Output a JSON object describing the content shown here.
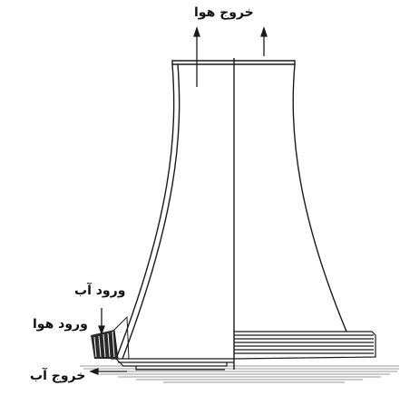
{
  "labels": {
    "air_outlet": "خروج هوا",
    "water_inlet": "ورود آب",
    "air_inlet": "ورود هوا",
    "water_outlet": "خروج آب"
  },
  "colors": {
    "line": "#1a1a1a",
    "ground": "#9a9a9a",
    "background": "#ffffff"
  }
}
